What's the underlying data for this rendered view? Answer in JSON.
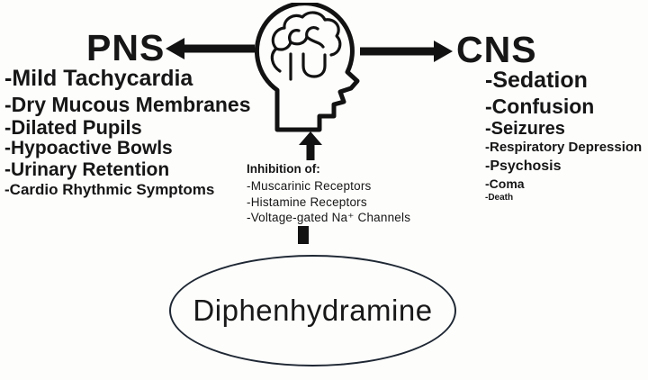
{
  "colors": {
    "ink": "#161616",
    "ellipse_stroke": "#1e2733",
    "background": "#fdfdfc"
  },
  "pns": {
    "title": "PNS",
    "items": [
      "-Mild Tachycardia",
      "-Dry Mucous Membranes",
      "-Dilated Pupils",
      "-Hypoactive Bowls",
      "-Urinary Retention",
      "-Cardio Rhythmic Symptoms"
    ]
  },
  "cns": {
    "title": "CNS",
    "items": [
      "-Sedation",
      "-Confusion",
      "-Seizures",
      "-Respiratory Depression",
      "-Psychosis",
      "-Coma",
      "-Death"
    ]
  },
  "inhibition": {
    "title": "Inhibition of:",
    "items": [
      "-Muscarinic Receptors",
      "-Histamine Receptors",
      "-Voltage-gated Na⁺ Channels"
    ]
  },
  "drug": {
    "name": "Diphenhydramine"
  },
  "icons": {
    "brain": "brain-head-icon",
    "arrow_left": "arrow-left-icon",
    "arrow_right": "arrow-right-icon",
    "arrow_up": "arrow-up-icon",
    "connector": "connector-line"
  }
}
